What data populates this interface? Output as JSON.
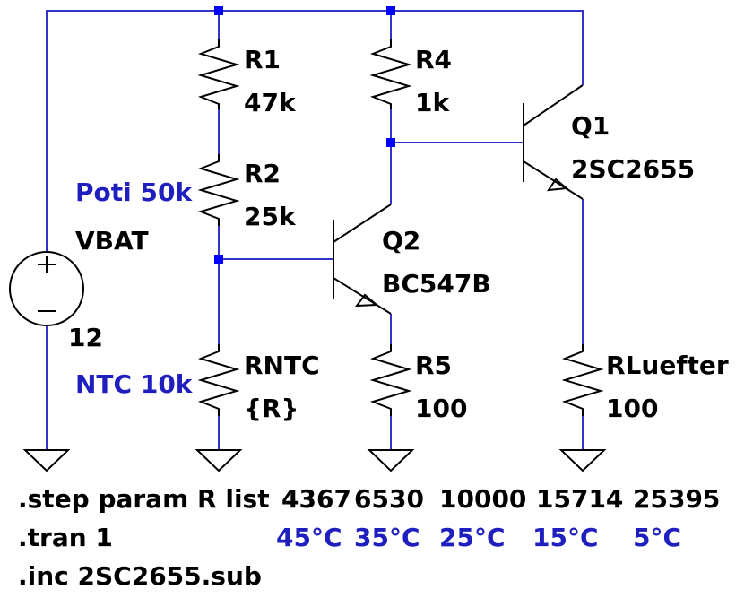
{
  "components": {
    "r1": {
      "name": "R1",
      "value": "47k"
    },
    "r2": {
      "name": "R2",
      "value": "25k",
      "note": "Poti 50k"
    },
    "r4": {
      "name": "R4",
      "value": "1k"
    },
    "q1": {
      "name": "Q1",
      "model": "2SC2655"
    },
    "q2": {
      "name": "Q2",
      "model": "BC547B"
    },
    "vbat": {
      "name": "VBAT",
      "value": "12"
    },
    "rntc": {
      "name": "RNTC",
      "value": "{R}",
      "note": "NTC 10k"
    },
    "r5": {
      "name": "R5",
      "value": "100"
    },
    "rluefter": {
      "name": "RLuefter",
      "value": "100"
    }
  },
  "directives": {
    "step": {
      "prefix": ".step param R list",
      "values": [
        "4367",
        "6530",
        "10000",
        "15714",
        "25395"
      ],
      "temps": [
        "45°C",
        "35°C",
        "25°C",
        "15°C",
        "5°C"
      ]
    },
    "tran": ".tran 1",
    "inc": ".inc 2SC2655.sub"
  },
  "colors": {
    "wire": "#3333cc",
    "node": "#0000ff",
    "annotation": "#1f1fbf",
    "component": "#000000"
  }
}
